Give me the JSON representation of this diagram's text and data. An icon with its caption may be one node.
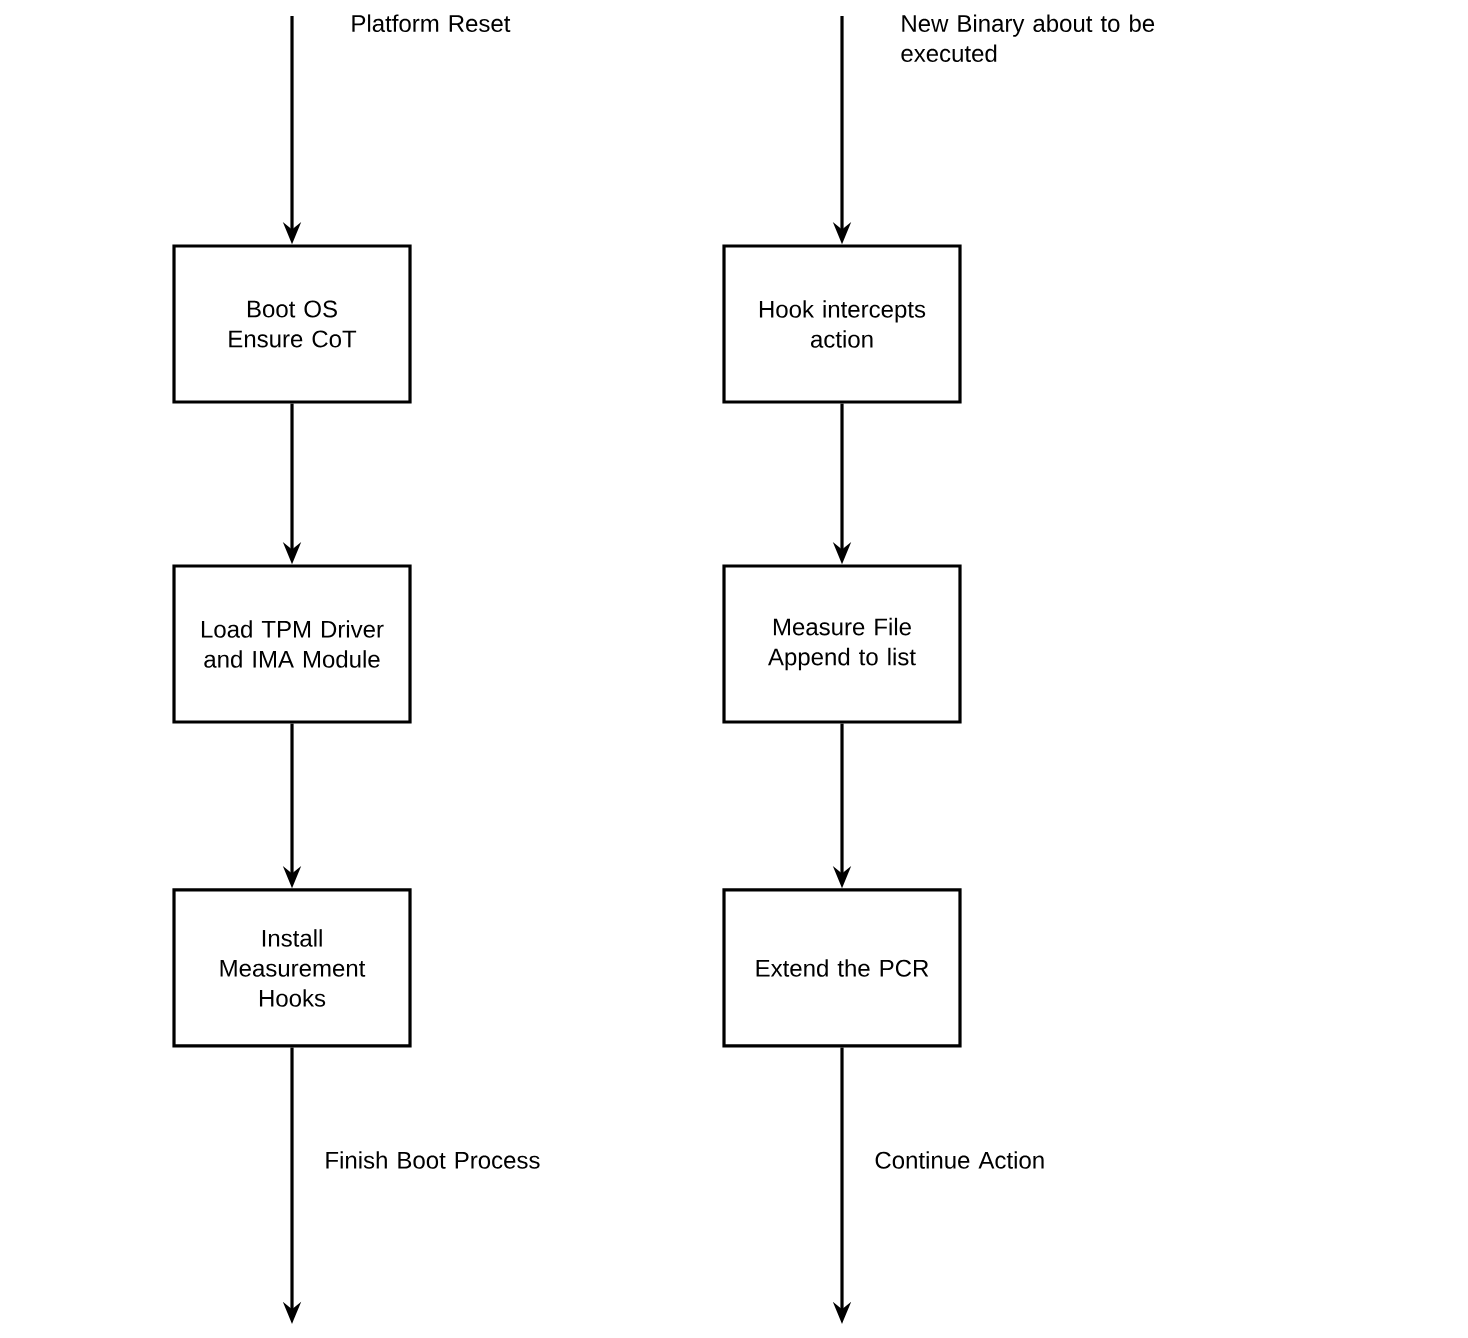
{
  "diagram": {
    "nodes": [
      {
        "text": [
          "Boot OS",
          "Ensure CoT"
        ]
      },
      {
        "text": [
          "Load TPM Driver and IMA Module"
        ]
      },
      {
        "text": [
          "Install Measurement Hooks"
        ]
      },
      {
        "text": [
          "Hook intercepts action"
        ]
      },
      {
        "text": [
          "Measure File",
          "Append to list"
        ]
      },
      {
        "text": [
          "Extend the PCR"
        ]
      }
    ],
    "edges": [
      {
        "from": null,
        "to": 0,
        "arrow": "to",
        "label": "Platform Reset"
      },
      {
        "from": 0,
        "to": 1,
        "arrow": "to"
      },
      {
        "from": 1,
        "to": 2,
        "arrow": "to"
      },
      {
        "from": 2,
        "to": null,
        "arrow": "to",
        "label": "Finish Boot Process"
      },
      {
        "from": null,
        "to": 3,
        "arrow": "to",
        "label": "New Binary about to be executed"
      },
      {
        "from": 3,
        "to": 4,
        "arrow": "to"
      },
      {
        "from": 4,
        "to": 5,
        "arrow": "to"
      },
      {
        "from": 5,
        "to": null,
        "arrow": "to",
        "label": "Continue Action"
      }
    ]
  }
}
